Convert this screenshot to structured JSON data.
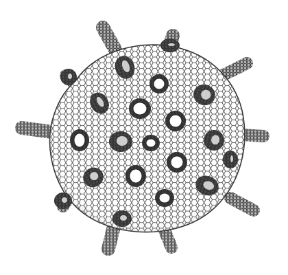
{
  "image": {
    "subject": "carbon-nanotube-studded-fullerene-cage",
    "background_color": "#ffffff",
    "line_color": "#3a3a3a",
    "hole_fill": "#ffffff",
    "tube_count": 12,
    "hole_count": 20
  }
}
